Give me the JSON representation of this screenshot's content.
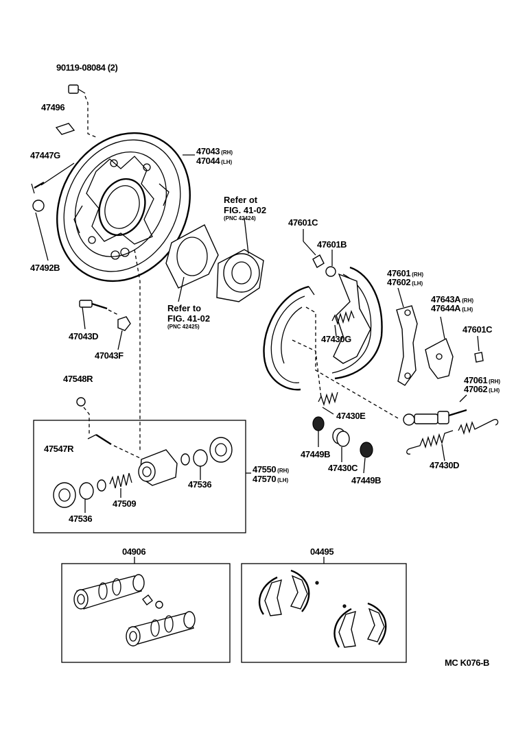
{
  "labels": {
    "p90119": "90119-08084",
    "p90119_qty": "(2)",
    "p47496": "47496",
    "p47447G": "47447G",
    "p47492B": "47492B",
    "p47043": "47043",
    "p47044": "47044",
    "p47043D": "47043D",
    "p47043F": "47043F",
    "p47548R": "47548R",
    "p47547R": "47547R",
    "p47536a": "47536",
    "p47536b": "47536",
    "p47509": "47509",
    "p47550": "47550",
    "p47570": "47570",
    "p47601C_top": "47601C",
    "p47601B": "47601B",
    "p47601": "47601",
    "p47602": "47602",
    "p47643A": "47643A",
    "p47644A": "47644A",
    "p47601C_right": "47601C",
    "p47430G": "47430G",
    "p47061": "47061",
    "p47062": "47062",
    "p47430E": "47430E",
    "p47449B_left": "47449B",
    "p47430C": "47430C",
    "p47449B_right": "47449B",
    "p47430D": "47430D",
    "p04906": "04906",
    "p04495": "04495",
    "diagram_code": "MC  K076-B"
  },
  "side": {
    "rh": "(RH)",
    "lh": "(LH)"
  },
  "refs": {
    "top_line1": "Refer ot",
    "top_line2": "FIG. 41-02",
    "top_pnc": "(PNC 42424)",
    "bottom_line1": "Refer to",
    "bottom_line2": "FIG. 41-02",
    "bottom_pnc": "(PNC 42425)"
  }
}
